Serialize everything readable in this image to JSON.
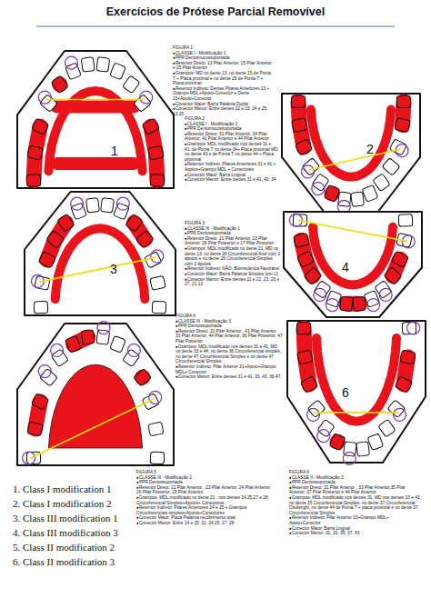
{
  "diagram": {
    "title": "Exercícios de Prótese Parcial Removível",
    "labels": [
      "FIGURA 1",
      "●CLASSE I - Modificação 1",
      "●PPR Dentomucossuportada",
      "●Retentor Direto: 13 Pilar Anterior, 15 Pilar Anterior e 25 Pilar Anterior",
      "●Grampos: MD no dente 13, no dente 15 de Ponta T + Placa proximal e no dente 25 de Ponta T + Placa proximal",
      "●Retentor Indireto: Dentes Pilares Anteriores 13 + Grampo MDL+Apoio+Conector e Dente 23+Apoio+Conector",
      "●Conector Maior: Barra Palatina Dupla",
      "●Conector Menor: Entre dentes 22 e 23, 24 e 25, 13,15.",
      "FIGURA 2",
      "●CLASSE I - Modificação 2",
      "●PPR Dentomucossuportada",
      "●Retentor Direto: 31 Pilar Anterior, 34 Pilar Anterior, 41 Pilar Anterior e 44 Pilar Anterior",
      "●Grampos: MDL modificado nos dentes 31 e 41, de Ponta T no dente 34+ Placa proximal MD no dente 43 e de Ponta T no dente 44 + Placa proximal",
      "●Retentor Indireto: Pilares Anteriores 31 e 41 + Apoios+Grampo MDL + Conectores",
      "●Conector Maior: Barra Lingual",
      "●Conector Menor: Entre dentes 31 e 41, 43, 34 .",
      "FIGURA 3",
      "●CLASSE III - Modificação 1",
      "●PPR Dentossuportada",
      "●Retentor Direto: 21 Pilar Anterior, 23 Pilar Anterior, 26 Pilar Posterior e 17 Pilar Posterior",
      "●Grampos: MDL modificado no dente 21, MD no dente 13, no dente 26 Circunferencial Anel com 2 apoios e no dente 26 Circunferencial Simples com 2 Apoios",
      "●Retentor Indireto: NÃO, Biomecânica Favorável",
      "●Conector Maior: Barra Palatina Simples (em U)",
      "●Conector Menor: Entre dentes 11 e 21, 23, 26 e 27, 21,13",
      "FIGURA 4",
      "●CLASSE III - Modificação 3",
      "●PPR Dentossuportada",
      "●Retentor Direto: 31 Pilar Anterior , 41 Pilar Anterior, 33 Pilar Anterior, 44 Pilar Anterior, 36 Pilar Posterior, 47 Pilar Posterior",
      "●Grampos: MDL modificado nos dentes 31 e 41, MD no dente 33 e 44, no dente 36 Circunferencial simples, no dente 47 Circunferencial Simples e no dente 47 Circunferencial Simples",
      "●Retentor Indireto: Pilar Anterior 31+Apoio+Grampo MDL+ Conector",
      "●Conector Menor: Entre dentes 31 e 41, 33, 43, 36,47.",
      "FIGURA 5",
      "●CLASSE III - Modificação 2",
      "●PPR Dentossuportada",
      "●Retentor Direto: 21 Pilar Anterior , 23 Pilar Anterior, 24 Pilar Anterior, 26 Pilar Posterior, 15 Pilar Anterior,",
      "●Grampos: MDL modificado no dente 21 , nos dentes 24,25,27 e 28 Circunferencial Simples+Apoios+ Conectores",
      "●Retentor Indireto: Pilares Anteriores 24 e 25 + Grampos Circunferenciais simples+Apoios+Conectores",
      "●Conector Maior: Placa Palatina recobrimento total",
      "●Conector Menor: Entre 14 e 15, 21, 24,25, 27, 28",
      "FIGURA 6",
      "●CLASSE II - Modificação 3",
      "●PPR Dentossuportada",
      "●Retentor Direto: 31 Pilar Anterior , 33 Pilar Anterior,35 Pilar Anterior, 37 Pilar Posterior e 44 Pilar Anterior",
      "●Grampos: MDL modificado nos dentes 31, MD nos dentes 33 e 43, no dente 35 Circunferencial Simples, no dente 37 Circunferencial Ottolenghi, no dente 44 de Ponta T + placa proximal e no dente 37 Circunferencial Simples",
      "●Retentor Indireto: Pilar Anterior 33+Grampo MDL+ Apoio+Conector",
      "●Conector Maior: Barra Lingual",
      "●Conector Menor: 31, 33, 35, 37, 43",
      "1",
      "2",
      "3",
      "4",
      "6",
      "1. Class I modification 1",
      "2. Class I modification 2",
      "3. Class III modification 1",
      "4. Class III modification 3",
      "5. Class II modification 2",
      "6. Class II modification 3"
    ]
  }
}
